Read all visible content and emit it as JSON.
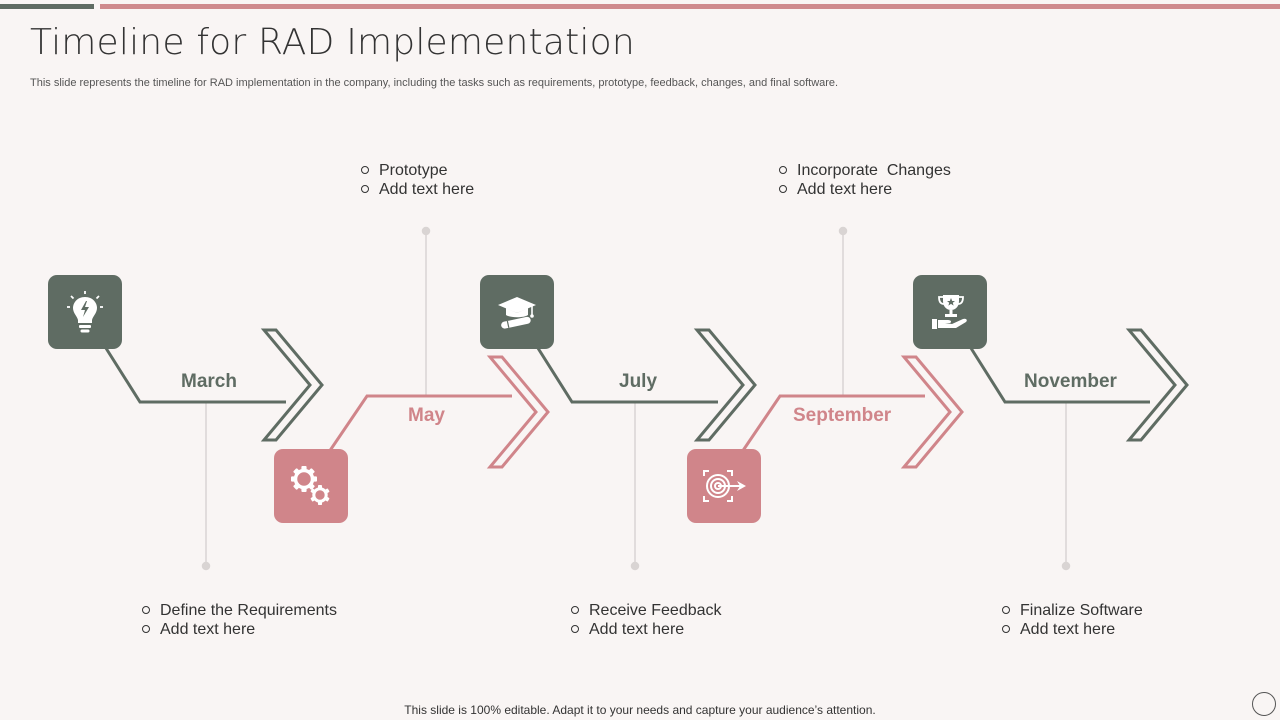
{
  "title": "Timeline for RAD Implementation",
  "subtitle": "This slide represents the timeline for RAD implementation in the company, including the tasks such as requirements, prototype, feedback, changes, and final software.",
  "footer": "This slide is 100% editable. Adapt it to your needs and capture your audience’s attention.",
  "colors": {
    "green": "#5f6c63",
    "pink": "#d0858a",
    "background": "#f9f5f4"
  },
  "milestones": [
    {
      "month": "March",
      "color": "green",
      "icon": "lightbulb-icon",
      "tasks": [
        "Define the Requirements",
        "Add text here"
      ]
    },
    {
      "month": "May",
      "color": "pink",
      "icon": "gears-icon",
      "tasks": [
        "Prototype",
        "Add text here"
      ]
    },
    {
      "month": "July",
      "color": "green",
      "icon": "graduation-cap-icon",
      "tasks": [
        "Receive Feedback",
        "Add text here"
      ]
    },
    {
      "month": "September",
      "color": "pink",
      "icon": "target-icon",
      "tasks": [
        "Incorporate  Changes",
        "Add text here"
      ]
    },
    {
      "month": "November",
      "color": "green",
      "icon": "trophy-hand-icon",
      "tasks": [
        "Finalize Software",
        "Add text here"
      ]
    }
  ]
}
